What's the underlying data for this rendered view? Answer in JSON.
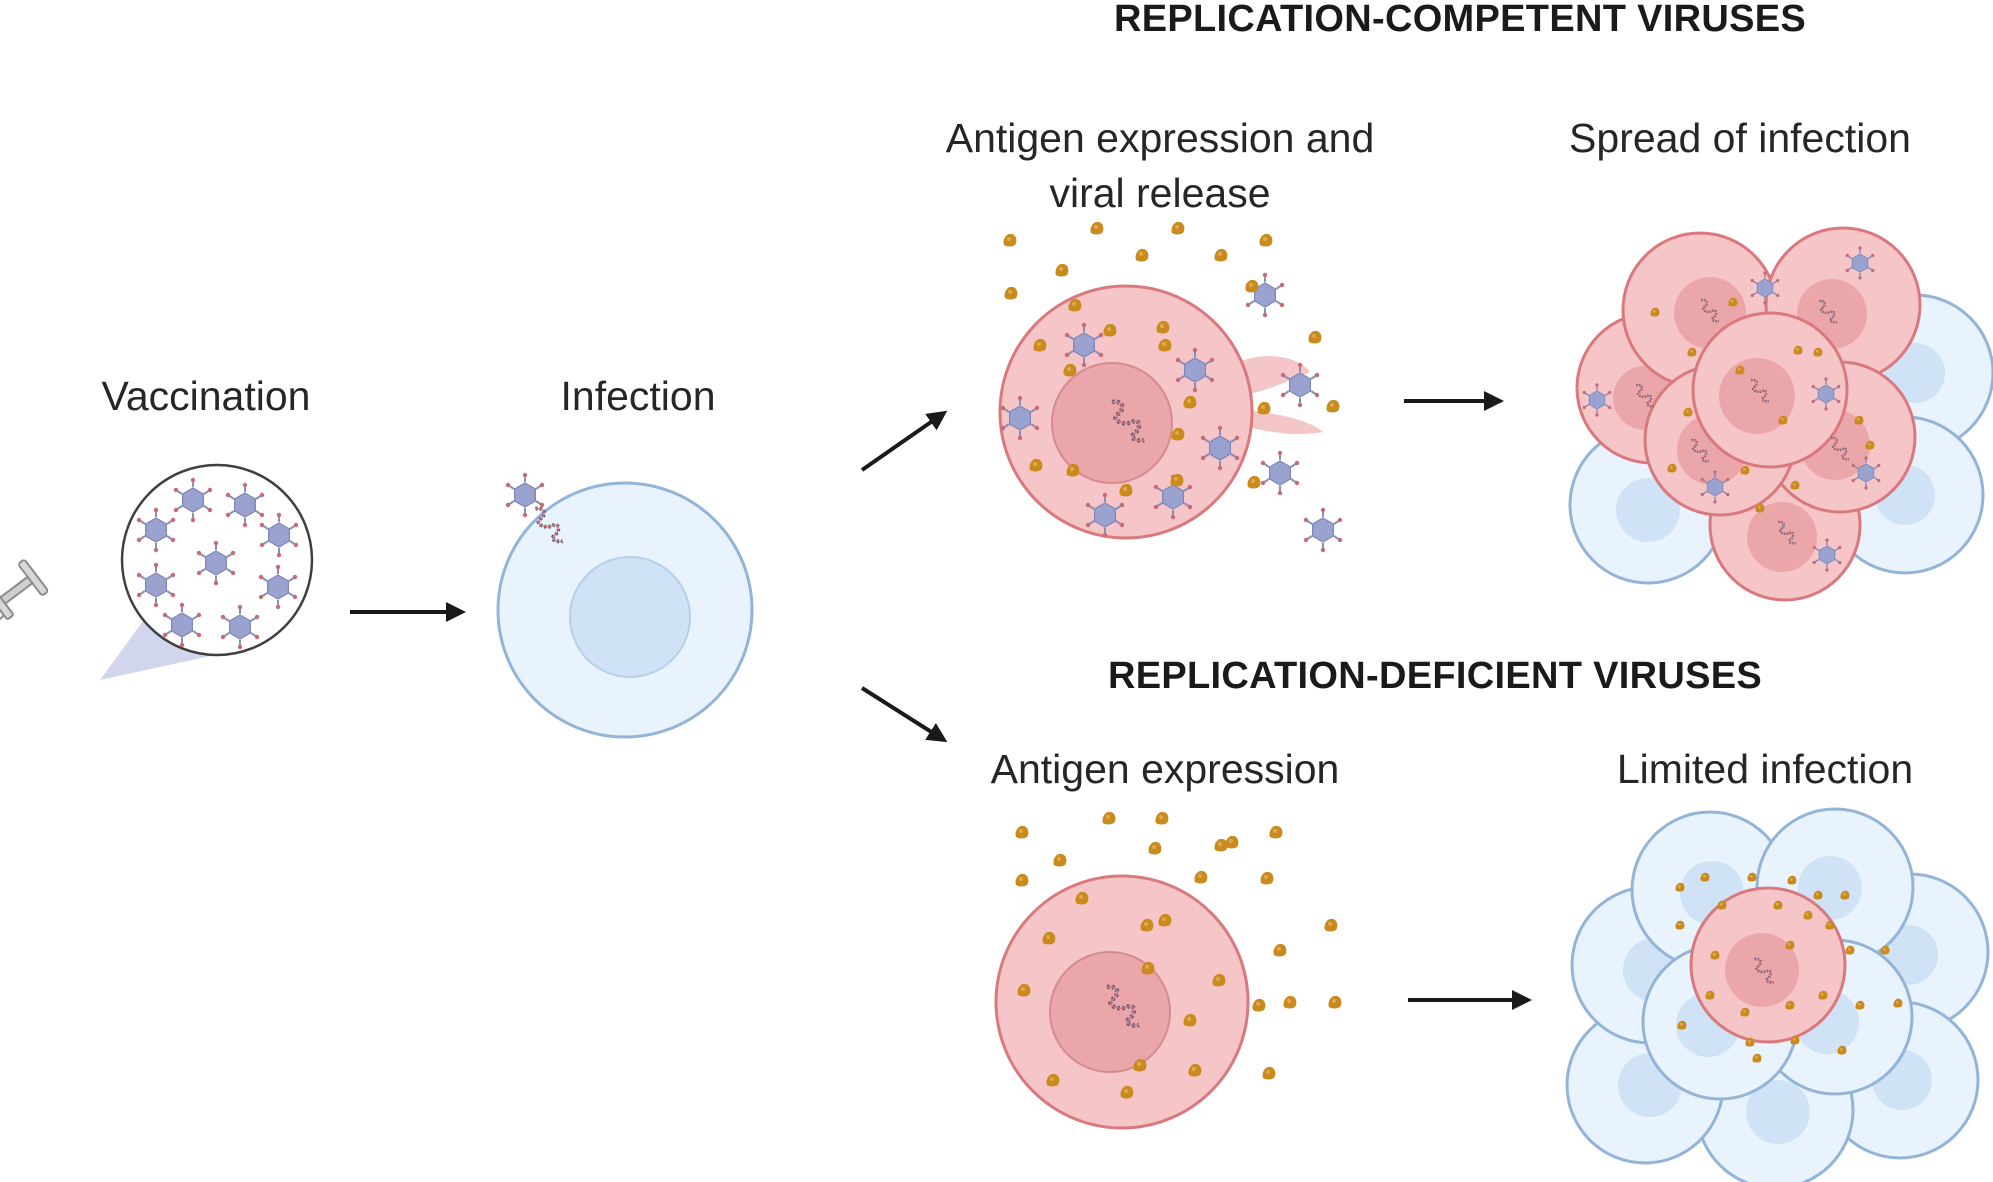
{
  "headings": {
    "competent": "REPLICATION-COMPETENT VIRUSES",
    "deficient": "REPLICATION-DEFICIENT VIRUSES"
  },
  "labels": {
    "vaccination": "Vaccination",
    "infection": "Infection",
    "antigen_release_line1": "Antigen expression and",
    "antigen_release_line2": "viral release",
    "spread": "Spread of infection",
    "antigen_expression": "Antigen expression",
    "limited": "Limited infection"
  },
  "colors": {
    "healthy_cell": "#e8f3fd",
    "healthy_border": "#93b4d8",
    "healthy_nucleus": "#cfe2f6",
    "infected_cell": "#f6c5c7",
    "infected_border": "#d9797e",
    "infected_nucleus": "#eba6aa",
    "virus": "#9aa2d0",
    "antigen": "#c98a1e",
    "arrow": "#1a1a1a"
  },
  "icons": [
    "syringe-icon",
    "virus-particle-icon",
    "antigen-icon",
    "viral-genome-icon",
    "arrow-icon"
  ]
}
